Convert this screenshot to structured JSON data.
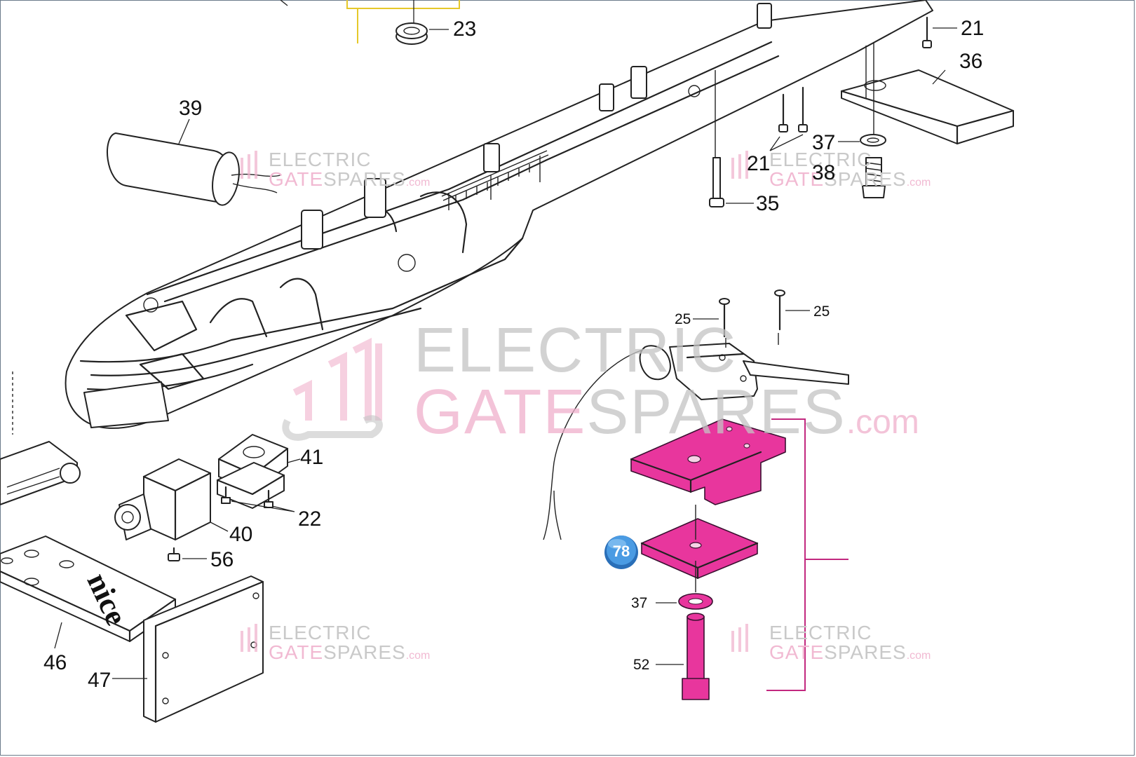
{
  "diagram": {
    "callouts": [
      {
        "id": "23",
        "label": "23"
      },
      {
        "id": "21a",
        "label": "21"
      },
      {
        "id": "36",
        "label": "36"
      },
      {
        "id": "39",
        "label": "39"
      },
      {
        "id": "37a",
        "label": "37"
      },
      {
        "id": "21b",
        "label": "21"
      },
      {
        "id": "38",
        "label": "38"
      },
      {
        "id": "35",
        "label": "35"
      },
      {
        "id": "25a",
        "label": "25"
      },
      {
        "id": "25b",
        "label": "25"
      },
      {
        "id": "41",
        "label": "41"
      },
      {
        "id": "22",
        "label": "22"
      },
      {
        "id": "40",
        "label": "40"
      },
      {
        "id": "56",
        "label": "56"
      },
      {
        "id": "46",
        "label": "46"
      },
      {
        "id": "47",
        "label": "47"
      },
      {
        "id": "37b",
        "label": "37"
      },
      {
        "id": "52",
        "label": "52"
      }
    ],
    "highlight_badge": {
      "label": "78",
      "color": "#3b8fd6"
    },
    "highlight_color": "#e8369d",
    "plate_text": "nice",
    "watermark": {
      "line1": "ELECTRIC",
      "line2_a": "GATE",
      "line2_b": "SPARES",
      "suffix": ".com"
    }
  }
}
